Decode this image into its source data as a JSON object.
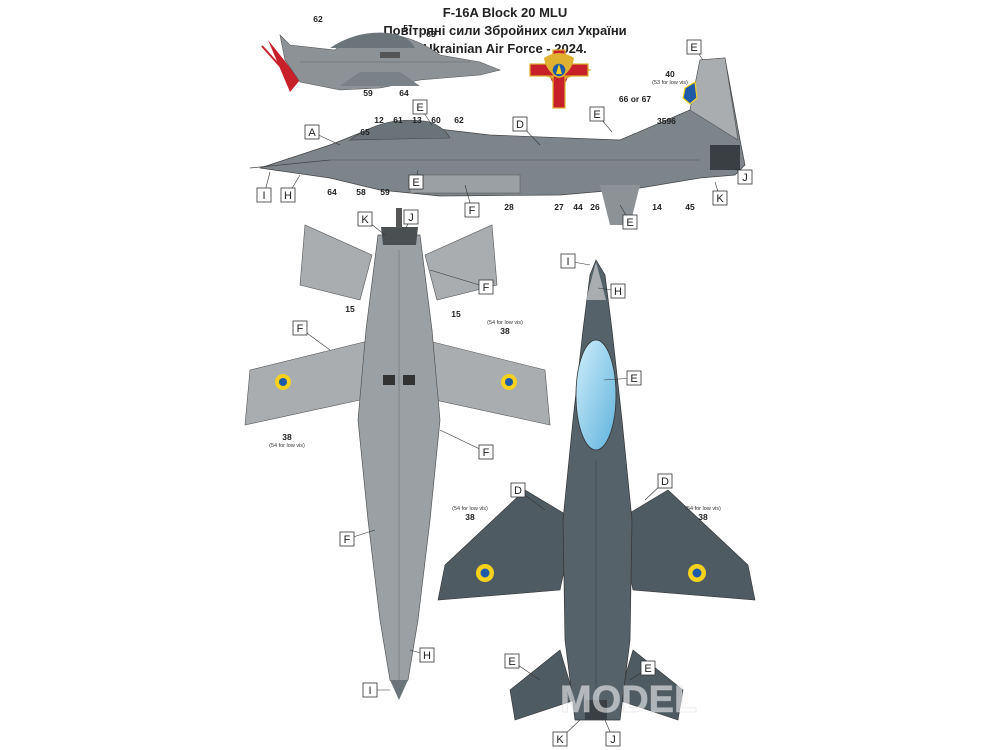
{
  "header": {
    "line1": "F-16A Block 20 MLU",
    "line2": "Повітряні сили Збройних сил України",
    "line3": "Ukrainian Air Force - 2024."
  },
  "tail": {
    "serial": "3596",
    "roundel_note_number": "40",
    "roundel_note": "(53 for low vis)",
    "alt_numbers": "66 or 67"
  },
  "wing_note": {
    "number": "38",
    "note": "(54 for low vis)"
  },
  "watermark": "MODEL",
  "colors": {
    "dark_grey": "#4f5b62",
    "light_grey": "#a9adb0",
    "mid_grey": "#8d9296",
    "canopy": "#8ccbe8",
    "roundel_blue": "#1f5aa8",
    "roundel_yellow": "#f6d21f",
    "cross_red": "#c8202a",
    "cross_gold": "#e0b030"
  },
  "callouts": {
    "A": "A",
    "D": "D",
    "E": "E",
    "F": "F",
    "H": "H",
    "I": "I",
    "J": "J",
    "K": "K",
    "n12": "12",
    "n13": "13",
    "n14": "14",
    "n15": "15",
    "n26": "26",
    "n27": "27",
    "n28": "28",
    "n44": "44",
    "n45": "45",
    "n57": "57",
    "n58": "58",
    "n59": "59",
    "n60": "60",
    "n61": "61",
    "n62": "62",
    "n63": "63",
    "n64": "64",
    "n65": "65"
  }
}
